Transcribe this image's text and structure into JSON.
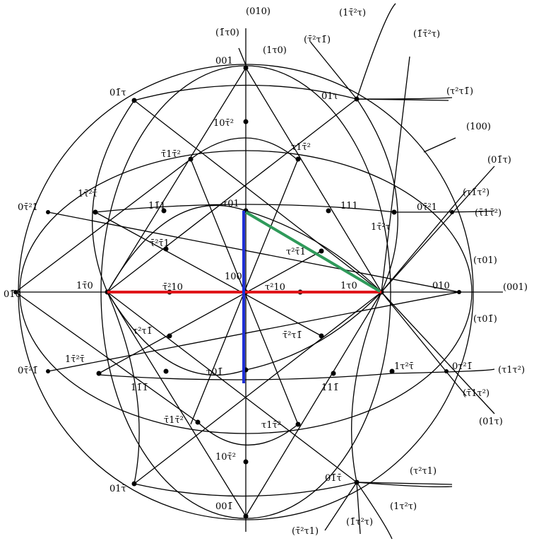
{
  "accent_colors": {
    "red": "#e0161b",
    "blue": "#1f2fd6",
    "green": "#2f9a5a"
  },
  "labels": {
    "t010": "(010)",
    "tm1t0": "(1̄τ0)",
    "t1t0": "(1τ0)",
    "t1t2t": "(1τ̄²τ)",
    "tt2t1": "(τ̄²τ1̄)",
    "tm1t2t": "(1̄τ̄²τ)",
    "tt21": "(τ²τ1̄)",
    "t100": "(100)",
    "t01t": "(01̄τ)",
    "tt11t2": "(τ1̄τ²)",
    "tt1t2": "(τ̄1τ̄²)",
    "tt01": "(τ01)",
    "t001": "(001)",
    "tt01b": "(τ01̄)",
    "tt1t2b": "(τ1τ²)",
    "tm1t2": "(τ̄1τ²)",
    "t01tb": "(01τ)",
    "tt21b": "(τ²τ1)",
    "t1t2t2": "(1τ²τ)",
    "tm1t2tb": "(1̄τ²τ)",
    "tm2t1": "(τ̄²τ1)",
    "p001": "001",
    "p01t_ul": "01̄τ",
    "p01t_ur": "01τ",
    "p10t2": "10τ̄²",
    "pt1t2": "τ̄1τ̄²",
    "pt1t2r": "τ1τ̄²",
    "p1t2t_l": "1τ̄²τ̄",
    "p0t21_l": "0τ̄²1",
    "p111_l": "11̄1",
    "pt01": "τ01",
    "p111_r": "111",
    "p0t21_r": "0τ̄²1",
    "p1t2t_r": "1τ̄²τ",
    "pt2t1": "τ̄²τ̄1",
    "pt2t1r": "τ²τ̄1",
    "p100": "100",
    "p1t0_l": "1τ̄0",
    "pt210": "τ̄²10",
    "pt210r": "τ²10",
    "p1t0_r": "1τ0",
    "p010_l": "01̄0",
    "p010_r": "010",
    "pt2t1b": "τ²τ1̄",
    "pt2t1br": "τ̄²τ1̄",
    "p1t2t_bl": "1τ̄²τ̄",
    "p0t21_bl": "0τ̄²1̄",
    "p111_bl": "11̄1̄",
    "pt01b": "τ01̄",
    "p111_br": "111̄",
    "p1t2t_br": "1τ²τ̄",
    "p0t21_br": "0τ²1̄",
    "pt1t2_bl": "τ̄1τ̄²",
    "pt1t2_br": "τ1τ̄²",
    "p10t2_b": "10τ̄²",
    "p01t_bl": "01τ̄",
    "p01t_br": "01̄τ̄",
    "p001_b": "001̄"
  }
}
